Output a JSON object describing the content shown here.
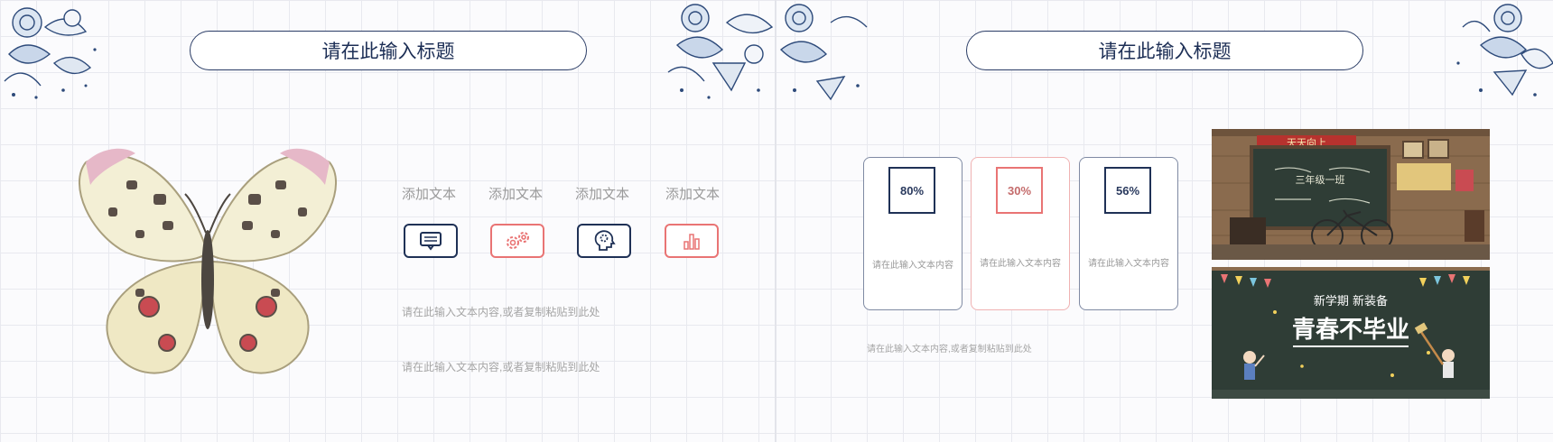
{
  "left_slide": {
    "title": "请在此输入标题",
    "features": [
      {
        "label": "添加文本",
        "icon": "chat-box-icon",
        "color": "navy"
      },
      {
        "label": "添加文本",
        "icon": "gears-icon",
        "color": "pink"
      },
      {
        "label": "添加文本",
        "icon": "head-gear-icon",
        "color": "navy"
      },
      {
        "label": "添加文本",
        "icon": "bar-chart-icon",
        "color": "pink"
      }
    ],
    "body_lines": [
      "请在此输入文本内容,或者复制粘贴到此处",
      "请在此输入文本内容,或者复制粘贴到此处"
    ]
  },
  "right_slide": {
    "title": "请在此输入标题",
    "cards": [
      {
        "percent": "80%",
        "text": "请在此输入文本内容",
        "color": "navy"
      },
      {
        "percent": "30%",
        "text": "请在此输入文本内容",
        "color": "pink"
      },
      {
        "percent": "56%",
        "text": "请在此输入文本内容",
        "color": "navy"
      }
    ],
    "body_text": "请在此输入文本内容,或者复制粘贴到此处",
    "photo_top": {
      "sign": "天天向上",
      "board_text": "三年级一班"
    },
    "photo_bottom": {
      "headline_top": "新学期 新装备",
      "headline_main": "青春不毕业"
    }
  },
  "colors": {
    "navy": "#1f3156",
    "pink": "#e97474",
    "chalkboard": "#2f3d36",
    "wood": "#8a6b4e"
  }
}
